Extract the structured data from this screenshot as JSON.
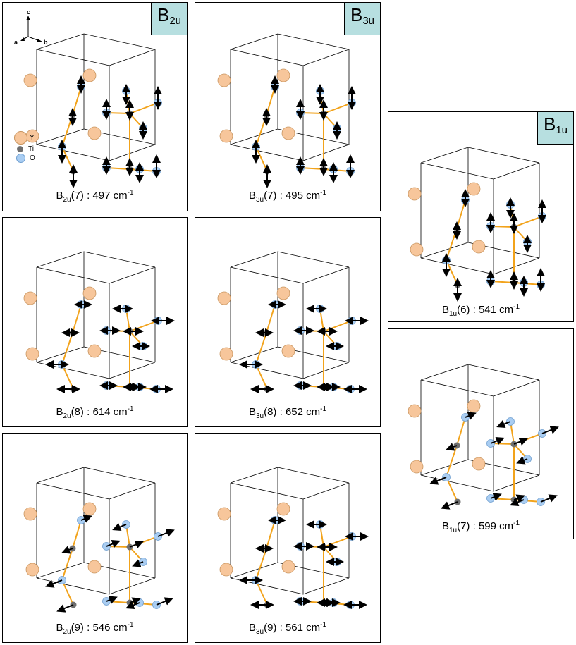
{
  "colors": {
    "yttrium": "#f7c69b",
    "titanium": "#6e6e6e",
    "oxygen": "#a9cdf2",
    "bond": "#f2a31b",
    "cell": "#000000",
    "badge": "#b7dfe0"
  },
  "legend": {
    "items": [
      {
        "symbol": "Y",
        "color": "#f7c69b"
      },
      {
        "symbol": "Ti",
        "color": "#6e6e6e"
      },
      {
        "symbol": "O",
        "color": "#a9cdf2"
      }
    ]
  },
  "axes": {
    "a": "a",
    "b": "b",
    "c": "c"
  },
  "badges": [
    {
      "main": "B",
      "sub": "2u"
    },
    {
      "main": "B",
      "sub": "3u"
    },
    {
      "main": "B",
      "sub": "1u"
    }
  ],
  "modes": [
    {
      "irrep": "B",
      "sub": "2u",
      "index": "(7)",
      "separator": " : ",
      "frequency": "497",
      "unit": "cm",
      "exp": "-1"
    },
    {
      "irrep": "B",
      "sub": "3u",
      "index": "(7)",
      "separator": " : ",
      "frequency": "495",
      "unit": "cm",
      "exp": "-1"
    },
    {
      "irrep": "B",
      "sub": "1u",
      "index": "(6)",
      "separator": " : ",
      "frequency": "541",
      "unit": "cm",
      "exp": "-1"
    },
    {
      "irrep": "B",
      "sub": "2u",
      "index": "(8)",
      "separator": " : ",
      "frequency": "614",
      "unit": "cm",
      "exp": "-1"
    },
    {
      "irrep": "B",
      "sub": "3u",
      "index": "(8)",
      "separator": " : ",
      "frequency": "652",
      "unit": "cm",
      "exp": "-1"
    },
    {
      "irrep": "B",
      "sub": "1u",
      "index": "(7)",
      "separator": " : ",
      "frequency": "599",
      "unit": "cm",
      "exp": "-1"
    },
    {
      "irrep": "B",
      "sub": "2u",
      "index": "(9)",
      "separator": " : ",
      "frequency": "546",
      "unit": "cm",
      "exp": "-1"
    },
    {
      "irrep": "B",
      "sub": "3u",
      "index": "(9)",
      "separator": " : ",
      "frequency": "561",
      "unit": "cm",
      "exp": "-1"
    }
  ]
}
